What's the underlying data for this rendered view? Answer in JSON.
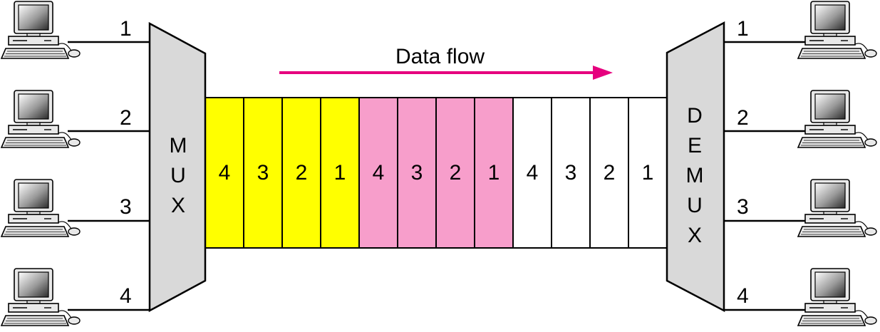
{
  "flow_label": "Data flow",
  "mux_letters": [
    "M",
    "U",
    "X"
  ],
  "demux_letters": [
    "D",
    "E",
    "M",
    "U",
    "X"
  ],
  "input_lines": [
    "1",
    "2",
    "3",
    "4"
  ],
  "output_lines": [
    "1",
    "2",
    "3",
    "4"
  ],
  "frames": [
    {
      "slots": [
        "4",
        "3",
        "2",
        "1"
      ],
      "color": "#ffff00"
    },
    {
      "slots": [
        "4",
        "3",
        "2",
        "1"
      ],
      "color": "#f79ecb"
    },
    {
      "slots": [
        "4",
        "3",
        "2",
        "1"
      ],
      "color": "#ffffff"
    }
  ],
  "colors": {
    "arrow": "#e6007e",
    "device": "#d9d9d9",
    "outline": "#000000"
  },
  "icons": {
    "computer": "desktop-computer-icon"
  }
}
